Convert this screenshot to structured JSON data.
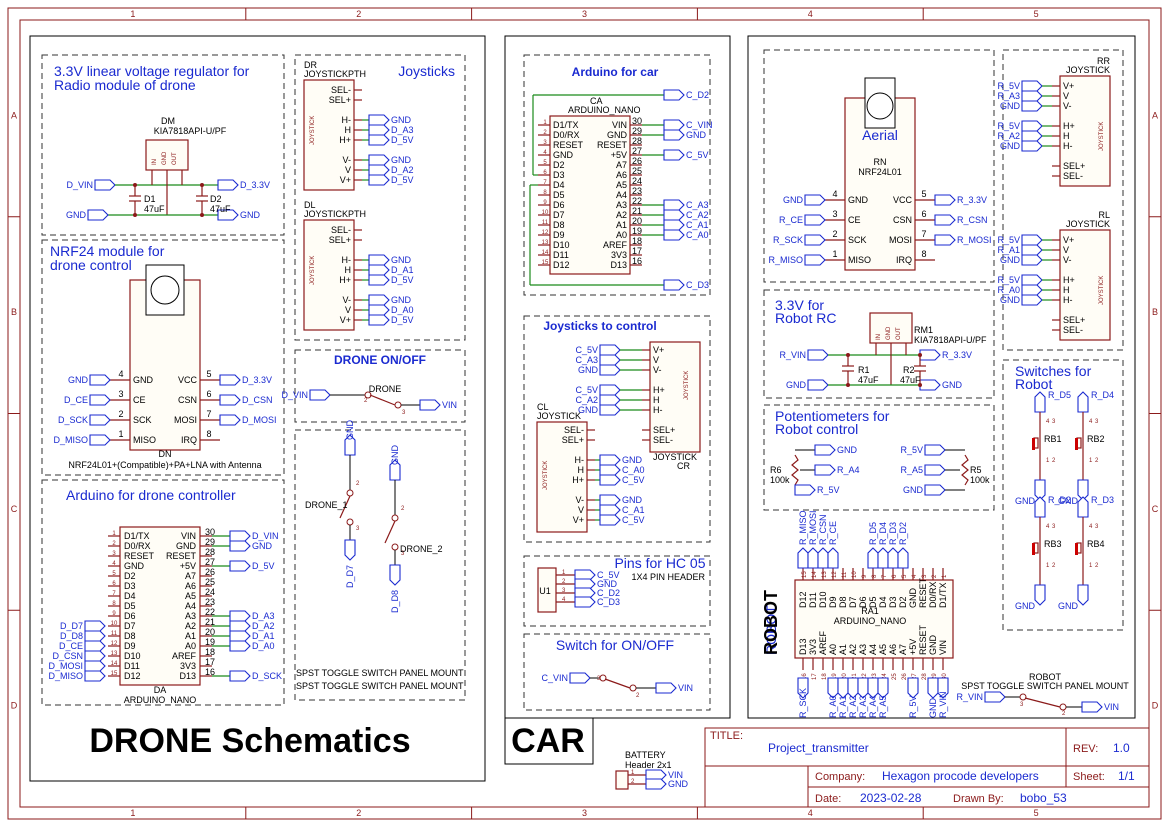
{
  "sheet": {
    "columns": [
      "1",
      "2",
      "3",
      "4",
      "5"
    ],
    "rows": [
      "A",
      "B",
      "C",
      "D"
    ]
  },
  "drone": {
    "title": "DRONE Schematics",
    "regulator": {
      "section": "3.3V linear voltage regulator for Radio module of drone",
      "section_l1": "3.3V linear voltage regulator for",
      "section_l2": "Radio module of drone",
      "ref": "DM",
      "part": "KIA7818API-U/PF",
      "pins": [
        "IN",
        "GND",
        "OUT"
      ],
      "c1_ref": "D1",
      "c1_val": "47uF",
      "c2_ref": "D2",
      "c2_val": "47uF",
      "nets": {
        "vin": "D_VIN",
        "v33": "D_3.3V",
        "gnd_l": "GND",
        "gnd_r": "GND"
      }
    },
    "nrf": {
      "section_l1": "NRF24 module for",
      "section_l2": "drone control",
      "ref": "DN",
      "part": "NRF24L01+(Compatible)+PA+LNA with Antenna",
      "left_pins": [
        {
          "num": "4",
          "name": "GND",
          "net": "GND"
        },
        {
          "num": "3",
          "name": "CE",
          "net": "D_CE"
        },
        {
          "num": "2",
          "name": "SCK",
          "net": "D_SCK"
        },
        {
          "num": "1",
          "name": "MISO",
          "net": "D_MISO"
        }
      ],
      "right_pins": [
        {
          "num": "5",
          "name": "VCC",
          "net": "D_3.3V"
        },
        {
          "num": "6",
          "name": "CSN",
          "net": "D_CSN"
        },
        {
          "num": "7",
          "name": "MOSI",
          "net": "D_MOSI"
        },
        {
          "num": "8",
          "name": "IRQ",
          "net": ""
        }
      ]
    },
    "arduino": {
      "section": "Arduino for drone controller",
      "ref": "DA",
      "part": "ARDUINO_NANO",
      "left_pins": [
        {
          "num": "1",
          "name": "D1/TX",
          "net": ""
        },
        {
          "num": "2",
          "name": "D0/RX",
          "net": ""
        },
        {
          "num": "3",
          "name": "RESET",
          "net": ""
        },
        {
          "num": "4",
          "name": "GND",
          "net": ""
        },
        {
          "num": "5",
          "name": "D2",
          "net": ""
        },
        {
          "num": "6",
          "name": "D3",
          "net": ""
        },
        {
          "num": "7",
          "name": "D4",
          "net": ""
        },
        {
          "num": "8",
          "name": "D5",
          "net": ""
        },
        {
          "num": "9",
          "name": "D6",
          "net": ""
        },
        {
          "num": "10",
          "name": "D7",
          "net": "D_D7"
        },
        {
          "num": "11",
          "name": "D8",
          "net": "D_D8"
        },
        {
          "num": "12",
          "name": "D9",
          "net": "D_CE"
        },
        {
          "num": "13",
          "name": "D10",
          "net": "D_CSN"
        },
        {
          "num": "14",
          "name": "D11",
          "net": "D_MOSI"
        },
        {
          "num": "15",
          "name": "D12",
          "net": "D_MISO"
        }
      ],
      "right_pins": [
        {
          "num": "30",
          "name": "VIN",
          "net": "D_VIN"
        },
        {
          "num": "29",
          "name": "GND",
          "net": "GND"
        },
        {
          "num": "28",
          "name": "RESET",
          "net": ""
        },
        {
          "num": "27",
          "name": "+5V",
          "net": "D_5V"
        },
        {
          "num": "26",
          "name": "A7",
          "net": ""
        },
        {
          "num": "25",
          "name": "A6",
          "net": ""
        },
        {
          "num": "24",
          "name": "A5",
          "net": ""
        },
        {
          "num": "23",
          "name": "A4",
          "net": ""
        },
        {
          "num": "22",
          "name": "A3",
          "net": "D_A3"
        },
        {
          "num": "21",
          "name": "A2",
          "net": "D_A2"
        },
        {
          "num": "20",
          "name": "A1",
          "net": "D_A1"
        },
        {
          "num": "19",
          "name": "A0",
          "net": "D_A0"
        },
        {
          "num": "18",
          "name": "AREF",
          "net": ""
        },
        {
          "num": "17",
          "name": "3V3",
          "net": ""
        },
        {
          "num": "16",
          "name": "D13",
          "net": "D_SCK"
        }
      ]
    },
    "joysticks": {
      "section": "Joysticks",
      "dr_ref": "DR",
      "dr_part": "JOYSTICKPTH",
      "dl_ref": "DL",
      "dl_part": "JOYSTICKPTH",
      "side": "JOYSTICK",
      "pins": [
        "SEL-",
        "SEL+",
        "H-",
        "H",
        "H+",
        "V-",
        "V",
        "V+"
      ],
      "dr_nets": [
        "GND",
        "D_A3",
        "D_5V",
        "GND",
        "D_A2",
        "D_5V"
      ],
      "dl_nets": [
        "GND",
        "D_A1",
        "D_5V",
        "GND",
        "D_A0",
        "D_5V"
      ]
    },
    "onoff": {
      "section": "DRONE ON/OFF",
      "ref": "DRONE",
      "net_l": "D_VIN",
      "net_r": "VIN",
      "p2": "2",
      "p3": "3"
    },
    "switches": {
      "s1_ref": "DRONE_1",
      "s2_ref": "DRONE_2",
      "s1_top": "GND",
      "s2_top": "GND",
      "s1_bot": "D_D7",
      "s2_bot": "D_D8",
      "part1": "SPST TOGGLE SWITCH PANEL MOUNT",
      "part2": "SPST TOGGLE SWITCH PANEL MOUNT"
    }
  },
  "car": {
    "title": "CAR",
    "arduino": {
      "section": "Arduino for car",
      "ref": "CA",
      "part": "ARDUINO_NANO",
      "left_pins": [
        "D1/TX",
        "D0/RX",
        "RESET",
        "GND",
        "D2",
        "D3",
        "D4",
        "D5",
        "D6",
        "D7",
        "D8",
        "D9",
        "D10",
        "D11",
        "D12"
      ],
      "left_nums": [
        "1",
        "2",
        "3",
        "4",
        "5",
        "6",
        "7",
        "8",
        "9",
        "10",
        "11",
        "12",
        "13",
        "14",
        "15"
      ],
      "right_pins": [
        "VIN",
        "GND",
        "RESET",
        "+5V",
        "A7",
        "A6",
        "A5",
        "A4",
        "A3",
        "A2",
        "A1",
        "A0",
        "AREF",
        "3V3",
        "D13"
      ],
      "right_nums": [
        "30",
        "29",
        "28",
        "27",
        "26",
        "25",
        "24",
        "23",
        "22",
        "21",
        "20",
        "19",
        "18",
        "17",
        "16"
      ],
      "right_nets": [
        "C_VIN",
        "GND",
        "",
        "C_5V",
        "",
        "",
        "",
        "",
        "C_A3",
        "C_A2",
        "C_A1",
        "C_A0",
        "",
        "",
        ""
      ],
      "top_net": "C_D2",
      "bottom_net": "C_D3"
    },
    "joy": {
      "section": "Joysticks to control",
      "cl_ref": "CL",
      "cl_part": "JOYSTICK",
      "cr_ref": "CR",
      "cr_part": "JOYSTICK",
      "cr_pins": [
        "V+",
        "V",
        "V-",
        "H+",
        "H",
        "H-",
        "SEL+",
        "SEL-"
      ],
      "cr_nets": [
        "C_5V",
        "C_A3",
        "GND",
        "C_5V",
        "C_A2",
        "GND"
      ],
      "cl_pins": [
        "SEL-",
        "SEL+",
        "H-",
        "H",
        "H+",
        "V-",
        "V",
        "V+"
      ],
      "cl_nets": [
        "GND",
        "C_A0",
        "C_5V",
        "GND",
        "C_A1",
        "C_5V"
      ]
    },
    "hc05": {
      "section": "Pins for HC 05",
      "ref": "U1",
      "part": "1X4 PIN HEADER",
      "nets": [
        "C_5V",
        "GND",
        "C_D2",
        "C_D3"
      ],
      "nums": [
        "1",
        "2",
        "3",
        "4"
      ]
    },
    "onoff": {
      "section": "Switch for ON/OFF",
      "net_l": "C_VIN",
      "net_r": "VIN",
      "p2": "2",
      "p3": "3"
    }
  },
  "robot": {
    "title": "ROBOT",
    "nrf": {
      "ref": "RN",
      "part": "NRF24L01",
      "antenna": "Aerial",
      "left_pins": [
        {
          "num": "4",
          "name": "GND",
          "net": "GND"
        },
        {
          "num": "3",
          "name": "CE",
          "net": "R_CE"
        },
        {
          "num": "2",
          "name": "SCK",
          "net": "R_SCK"
        },
        {
          "num": "1",
          "name": "MISO",
          "net": "R_MISO"
        }
      ],
      "right_pins": [
        {
          "num": "5",
          "name": "VCC",
          "net": "R_3.3V"
        },
        {
          "num": "6",
          "name": "CSN",
          "net": "R_CSN"
        },
        {
          "num": "7",
          "name": "MOSI",
          "net": "R_MOSI"
        },
        {
          "num": "8",
          "name": "IRQ",
          "net": ""
        }
      ]
    },
    "regulator": {
      "section_l1": "3.3V for",
      "section_l2": "Robot RC",
      "ref": "RM1",
      "part": "KIA7818API-U/PF",
      "pins": [
        "IN",
        "GND",
        "OUT"
      ],
      "c1_ref": "R1",
      "c1_val": "47uF",
      "c2_ref": "R2",
      "c2_val": "47uF",
      "nets": {
        "vin": "R_VIN",
        "v33": "R_3.3V",
        "gnd_l": "GND",
        "gnd_r": "GND"
      }
    },
    "pots": {
      "section_l1": "Potentiometers for",
      "section_l2": "Robot control",
      "r6_ref": "R6",
      "r6_val": "100k",
      "r5_ref": "R5",
      "r5_val": "100k",
      "r6_nets": [
        "GND",
        "R_A4",
        "R_5V"
      ],
      "r5_nets": [
        "R_5V",
        "R_A5",
        "GND"
      ]
    },
    "joys": {
      "rr_ref": "RR",
      "rr_part": "JOYSTICK",
      "rl_ref": "RL",
      "rl_part": "JOYSTICK",
      "side": "JOYSTICK",
      "pins": [
        "V+",
        "V",
        "V-",
        "H+",
        "H",
        "H-",
        "SEL+",
        "SEL-"
      ],
      "rr_nets": [
        "R_5V",
        "R_A3",
        "GND",
        "R_5V",
        "R_A2",
        "GND"
      ],
      "rl_nets": [
        "R_5V",
        "R_A1",
        "GND",
        "R_5V",
        "R_A0",
        "GND"
      ]
    },
    "switches": {
      "section_l1": "Switches for",
      "section_l2": "Robot",
      "items": [
        {
          "ref": "RB1",
          "top": "R_D5",
          "bot": "GND"
        },
        {
          "ref": "RB2",
          "top": "R_D4",
          "bot": "GND"
        },
        {
          "ref": "RB3",
          "top": "R_D2",
          "bot": "GND"
        },
        {
          "ref": "RB4",
          "top": "R_D3",
          "bot": "GND"
        }
      ],
      "pins": [
        "4",
        "3",
        "1",
        "2"
      ]
    },
    "arduino": {
      "ref": "RA1",
      "part": "ARDUINO_NANO",
      "top_pins": [
        "D12",
        "D11",
        "D10",
        "D9",
        "D8",
        "D7",
        "D6",
        "D5",
        "D4",
        "D3",
        "D2",
        "GND",
        "RESET",
        "D0/RX",
        "D1/TX"
      ],
      "top_nums": [
        "15",
        "14",
        "13",
        "12",
        "11",
        "10",
        "9",
        "8",
        "7",
        "6",
        "5",
        "4",
        "3",
        "2",
        "1"
      ],
      "top_nets": [
        "R_MISO",
        "R_MOSI",
        "R_CSN",
        "R_CE",
        "",
        "",
        "",
        "R_D5",
        "R_D4",
        "R_D3",
        "R_D2",
        "",
        "",
        "",
        ""
      ],
      "bot_pins": [
        "D13",
        "3V3",
        "AREF",
        "A0",
        "A1",
        "A2",
        "A3",
        "A4",
        "A5",
        "A6",
        "A7",
        "+5V",
        "RESET",
        "GND",
        "VIN"
      ],
      "bot_nums": [
        "16",
        "17",
        "18",
        "19",
        "20",
        "21",
        "22",
        "23",
        "24",
        "25",
        "26",
        "27",
        "28",
        "29",
        "30"
      ],
      "bot_nets": [
        "R_SCK",
        "",
        "",
        "R_A0",
        "R_A1",
        "R_A2",
        "R_A3",
        "R_A4",
        "R_A5",
        "",
        "",
        "R_5V",
        "",
        "GND",
        "R_VIN"
      ]
    },
    "onoff": {
      "ref": "ROBOT",
      "part": "SPST TOGGLE SWITCH PANEL MOUNT",
      "net_l": "R_VIN",
      "net_r": "VIN",
      "p2": "2",
      "p3": "3"
    }
  },
  "battery": {
    "label": "BATTERY",
    "part": "Header 2x1",
    "nets": [
      "VIN",
      "GND"
    ],
    "nums": [
      "1",
      "2"
    ]
  },
  "titleblock": {
    "title_label": "TITLE:",
    "title": "Project_transmitter",
    "rev_label": "REV:",
    "rev": "1.0",
    "company_label": "Company:",
    "company": "Hexagon procode developers",
    "sheet_label": "Sheet:",
    "sheet": "1/1",
    "date_label": "Date:",
    "date": "2023-02-28",
    "drawn_label": "Drawn By:",
    "drawn": "bobo_53"
  }
}
